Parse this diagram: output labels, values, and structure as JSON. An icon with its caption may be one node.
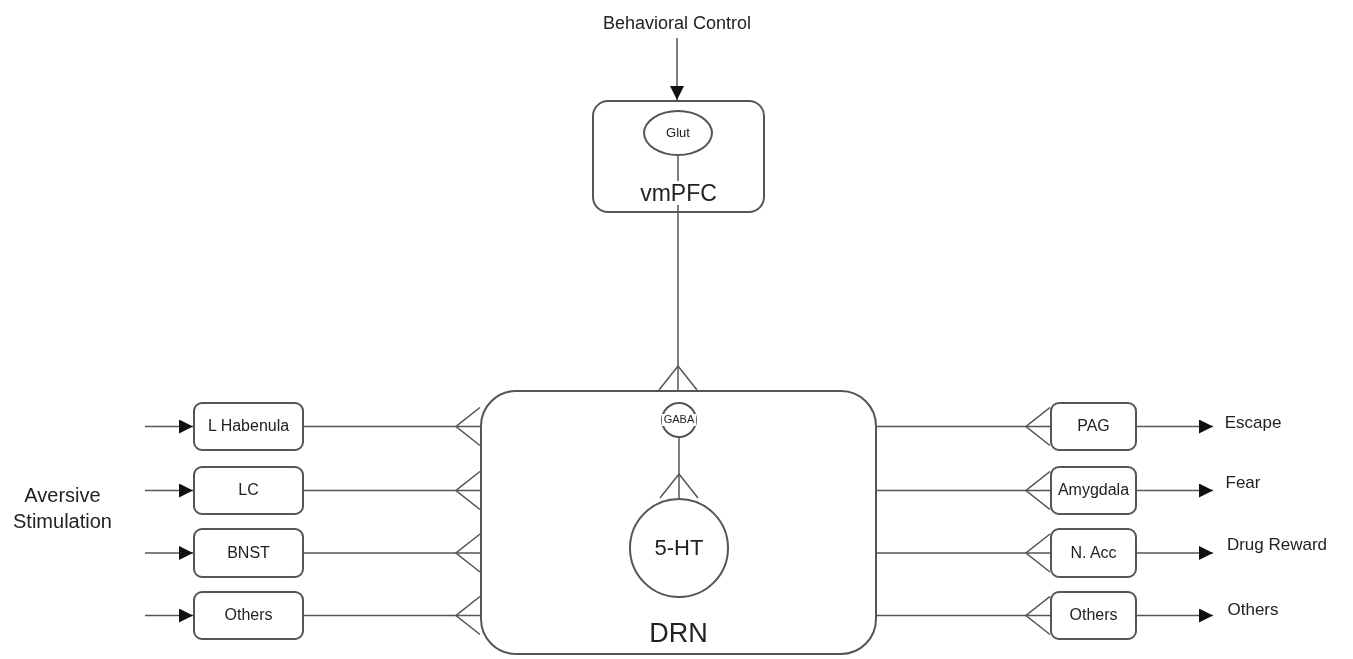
{
  "diagram": {
    "nodes": [
      {
        "text": [
          "Behavioral Control"
        ]
      },
      {
        "text": [
          "vmPFC"
        ]
      },
      {
        "text": [
          "Glut"
        ],
        "in": 1
      },
      {
        "text": [
          "DRN"
        ]
      },
      {
        "text": [
          "GABA"
        ],
        "in": 3
      },
      {
        "text": [
          "5-HT"
        ],
        "in": 3
      },
      {
        "text": [
          "L Habenula"
        ]
      },
      {
        "text": [
          "LC"
        ]
      },
      {
        "text": [
          "BNST"
        ]
      },
      {
        "text": [
          "Others"
        ]
      },
      {
        "text": [
          "PAG"
        ]
      },
      {
        "text": [
          "Amygdala"
        ]
      },
      {
        "text": [
          "N. Acc"
        ]
      },
      {
        "text": [
          "Others"
        ]
      },
      {
        "text": [
          "Escape"
        ]
      },
      {
        "text": [
          "Fear"
        ]
      },
      {
        "text": [
          "Drug Reward"
        ]
      },
      {
        "text": [
          "Others"
        ]
      }
    ],
    "edges": [
      {
        "from": 0,
        "to": 1,
        "arrow": "to"
      },
      {
        "from": 2,
        "to": 3,
        "arrow": "other"
      },
      {
        "from": 4,
        "to": 5,
        "arrow": "other"
      },
      {
        "from": null,
        "to": 6,
        "arrow": "to"
      },
      {
        "from": null,
        "to": 7,
        "arrow": "to"
      },
      {
        "from": null,
        "to": 8,
        "arrow": "to"
      },
      {
        "from": null,
        "to": 9,
        "arrow": "to"
      },
      {
        "from": 6,
        "to": 3,
        "arrow": "other"
      },
      {
        "from": 7,
        "to": 3,
        "arrow": "other"
      },
      {
        "from": 8,
        "to": 3,
        "arrow": "other"
      },
      {
        "from": 9,
        "to": 3,
        "arrow": "other"
      },
      {
        "from": 3,
        "to": 10,
        "arrow": "other"
      },
      {
        "from": 3,
        "to": 11,
        "arrow": "other"
      },
      {
        "from": 3,
        "to": 12,
        "arrow": "other"
      },
      {
        "from": 3,
        "to": 13,
        "arrow": "other"
      },
      {
        "from": 10,
        "to": 14,
        "arrow": "to"
      },
      {
        "from": 11,
        "to": 15,
        "arrow": "to"
      },
      {
        "from": 12,
        "to": 16,
        "arrow": "to"
      },
      {
        "from": 13,
        "to": 17,
        "arrow": "to"
      }
    ],
    "labels": [
      "Aversive Stimulation"
    ]
  }
}
